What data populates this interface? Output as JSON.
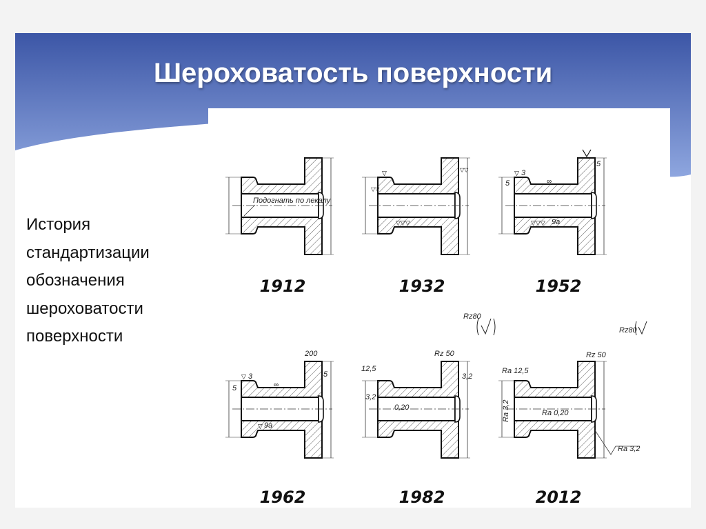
{
  "slide": {
    "title": "Шероховатость поверхности",
    "side_text": [
      "История",
      "стандартизации",
      "обозначения",
      "шероховатости",
      "поверхности"
    ],
    "colors": {
      "header_top": "#3c5aa8",
      "header_bottom": "#8fa8e0",
      "text": "#111111"
    }
  },
  "figure": {
    "panels": [
      {
        "year": "1912",
        "annotations": [
          "Подогнать по лекалу"
        ]
      },
      {
        "year": "1932",
        "annotations": []
      },
      {
        "year": "1952",
        "annotations": [
          "3",
          "5",
          "5",
          "9а"
        ]
      },
      {
        "year": "1962",
        "annotations": [
          "200",
          "3",
          "5",
          "5",
          "9а"
        ]
      },
      {
        "year": "1982",
        "annotations": [
          "Rz80",
          "Rz 50",
          "12,5",
          "3,2",
          "3,2",
          "0,20"
        ]
      },
      {
        "year": "2012",
        "annotations": [
          "Rz80",
          "Rz 50",
          "Ra 12,5",
          "Ra 3,2",
          "Ra 0,20",
          "Ra 3,2"
        ]
      }
    ]
  }
}
